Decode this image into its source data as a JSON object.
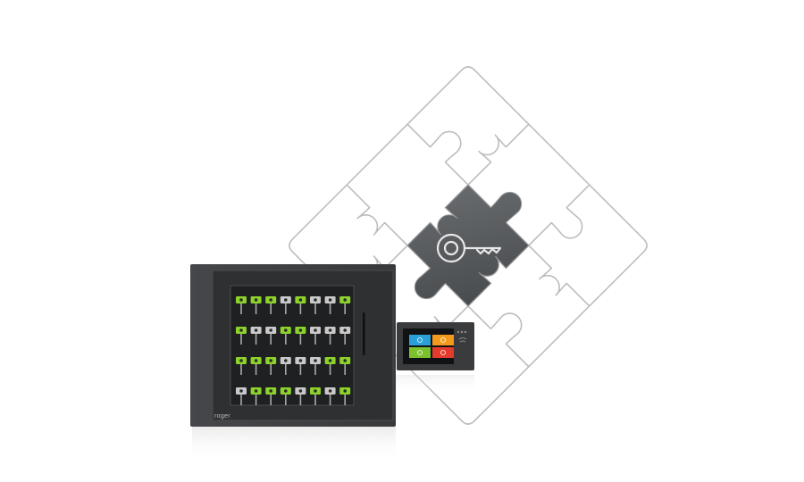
{
  "scene": {
    "description_free": true
  },
  "cabinet": {
    "brand_label": "roger",
    "rows": 4,
    "slots_per_row": 8,
    "row_patterns": [
      [
        "green",
        "green",
        "green",
        "gray",
        "green",
        "gray",
        "gray",
        "green"
      ],
      [
        "green",
        "gray",
        "gray",
        "green",
        "green",
        "gray",
        "gray",
        "gray"
      ],
      [
        "green",
        "green",
        "green",
        "gray",
        "gray",
        "gray",
        "green",
        "green"
      ],
      [
        "gray",
        "green",
        "green",
        "green",
        "gray",
        "green",
        "gray",
        "green"
      ]
    ]
  },
  "terminal": {
    "tiles": [
      "blue",
      "orange",
      "green",
      "red"
    ]
  },
  "colors": {
    "cabinet_body": "#3b3c3e",
    "cabinet_frame": "#2e2f31",
    "key_green": "#8cd22a",
    "key_gray": "#c9c9c9",
    "puzzle_outline": "#bdbdbd",
    "puzzle_center": "#5a5d60",
    "tile_blue": "#2aa0d8",
    "tile_orange": "#f39a1e",
    "tile_green": "#7cc12e",
    "tile_red": "#e53b2c"
  }
}
